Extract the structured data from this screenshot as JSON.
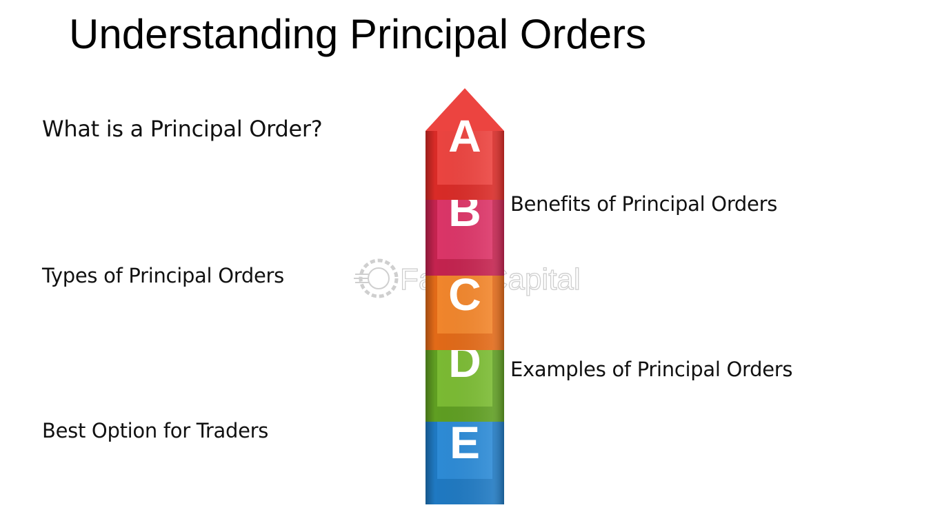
{
  "title": "Understanding Principal Orders",
  "items": [
    {
      "letter": "A",
      "label": "What is a Principal Order?",
      "color": "#e43a36"
    },
    {
      "letter": "B",
      "label": "Benefits of Principal Orders",
      "color": "#d52c5e"
    },
    {
      "letter": "C",
      "label": "Types of Principal Orders",
      "color": "#ef7a22"
    },
    {
      "letter": "D",
      "label": "Examples of Principal Orders",
      "color": "#72b22c"
    },
    {
      "letter": "E",
      "label": "Best Option for Traders",
      "color": "#2a85cc"
    }
  ],
  "watermark": {
    "text": "FasterCapital",
    "icon": "gear-icon"
  }
}
